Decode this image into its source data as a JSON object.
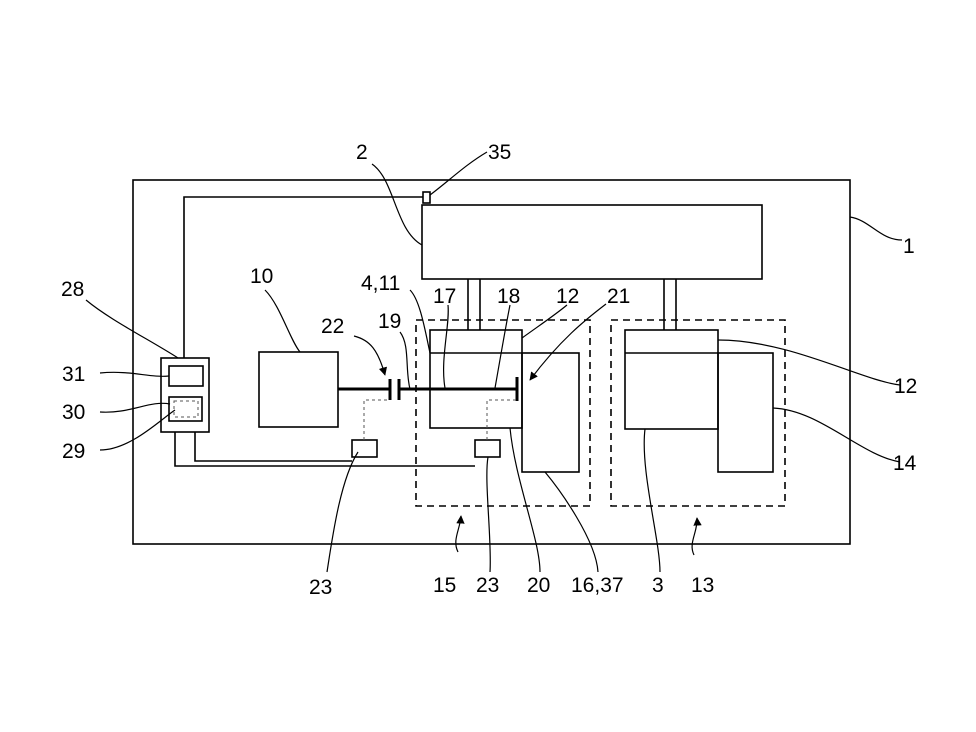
{
  "labels": {
    "l1": "1",
    "l2": "2",
    "l3": "3",
    "l4_11": "4,11",
    "l10": "10",
    "l12a": "12",
    "l12b": "12",
    "l13": "13",
    "l14": "14",
    "l15": "15",
    "l16_37": "16,37",
    "l17": "17",
    "l18": "18",
    "l19": "19",
    "l20": "20",
    "l21": "21",
    "l22": "22",
    "l23a": "23",
    "l23b": "23",
    "l28": "28",
    "l29": "29",
    "l30": "30",
    "l31": "31",
    "l35": "35"
  }
}
